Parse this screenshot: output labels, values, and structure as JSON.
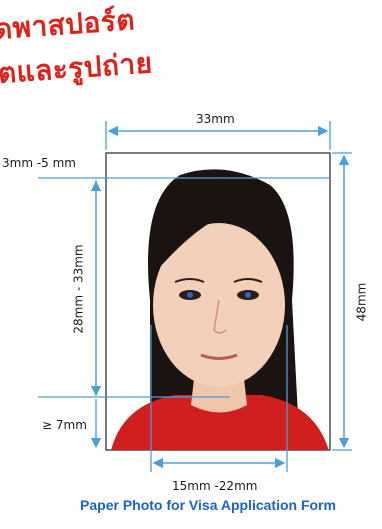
{
  "headline": {
    "line1": "ดพาสปอร์ต",
    "line2": "ตและรูปถ่าย"
  },
  "dimensions": {
    "width": "33mm",
    "top_margin": "3mm -5 mm",
    "face_height": "28mm - 33mm",
    "photo_height": "48mm",
    "bottom_margin": "≥ 7mm",
    "face_width": "15mm -22mm"
  },
  "caption": "Paper Photo for Visa Application Form",
  "colors": {
    "headline": "#e0211a",
    "dimension_line": "#4a9fd8",
    "caption": "#1a64c8"
  }
}
